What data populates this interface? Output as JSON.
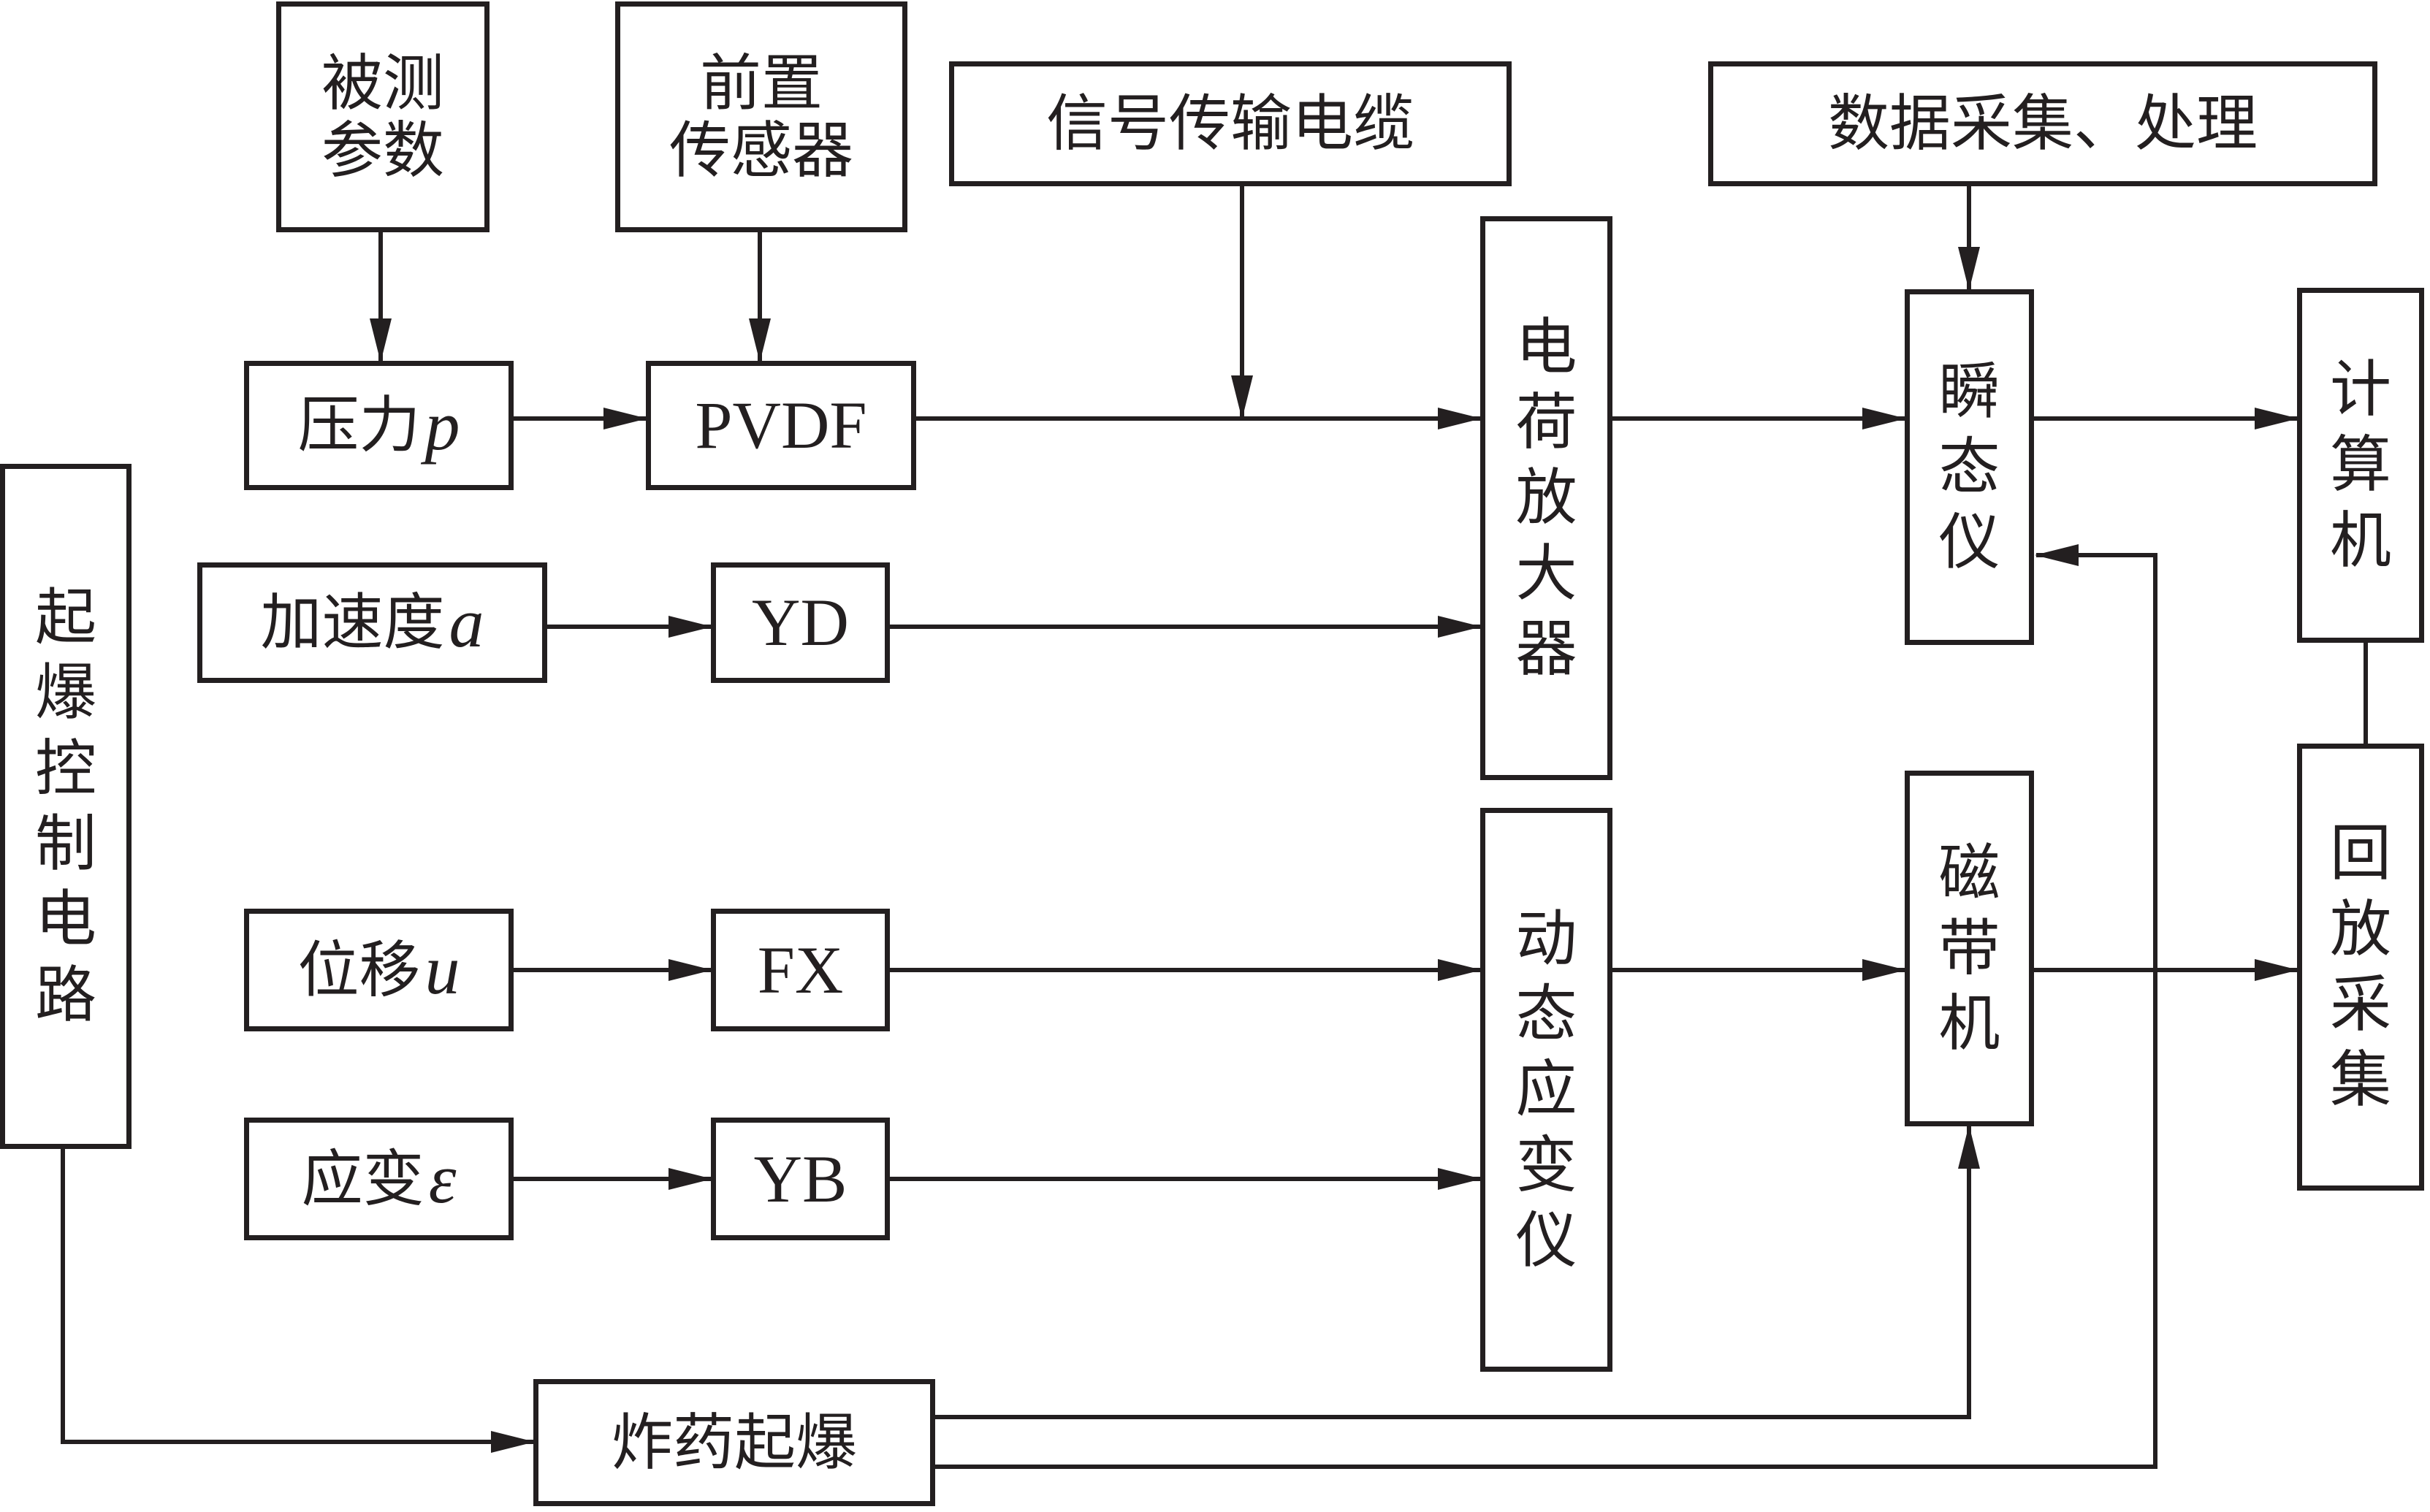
{
  "boxes": {
    "measured_params": [
      "被测",
      "参数"
    ],
    "pre_sensor": [
      "前置",
      "传感器"
    ],
    "signal_cable": "信号传输电缆",
    "daq": "数据采集、处理",
    "pressure": {
      "label": "压力",
      "symbol": "p"
    },
    "pvdf": "PVDF",
    "acceleration": {
      "label": "加速度",
      "symbol": "a"
    },
    "yd": "YD",
    "displacement": {
      "label": "位移",
      "symbol": "u"
    },
    "fx": "FX",
    "strain": {
      "label": "应变",
      "symbol": "ε"
    },
    "yb": "YB",
    "charge_amp": [
      "电",
      "荷",
      "放",
      "大",
      "器"
    ],
    "dyn_strain": [
      "动",
      "态",
      "应",
      "变",
      "仪"
    ],
    "transient": [
      "瞬",
      "态",
      "仪"
    ],
    "tape": [
      "磁",
      "带",
      "机"
    ],
    "computer": [
      "计",
      "算",
      "机"
    ],
    "playback": [
      "回",
      "放",
      "采",
      "集"
    ],
    "detonation_ctrl": [
      "起",
      "爆",
      "控",
      "制",
      "电",
      "路"
    ],
    "explosive": "炸药起爆"
  },
  "colors": {
    "line": "#231f20",
    "background": "#ffffff"
  }
}
